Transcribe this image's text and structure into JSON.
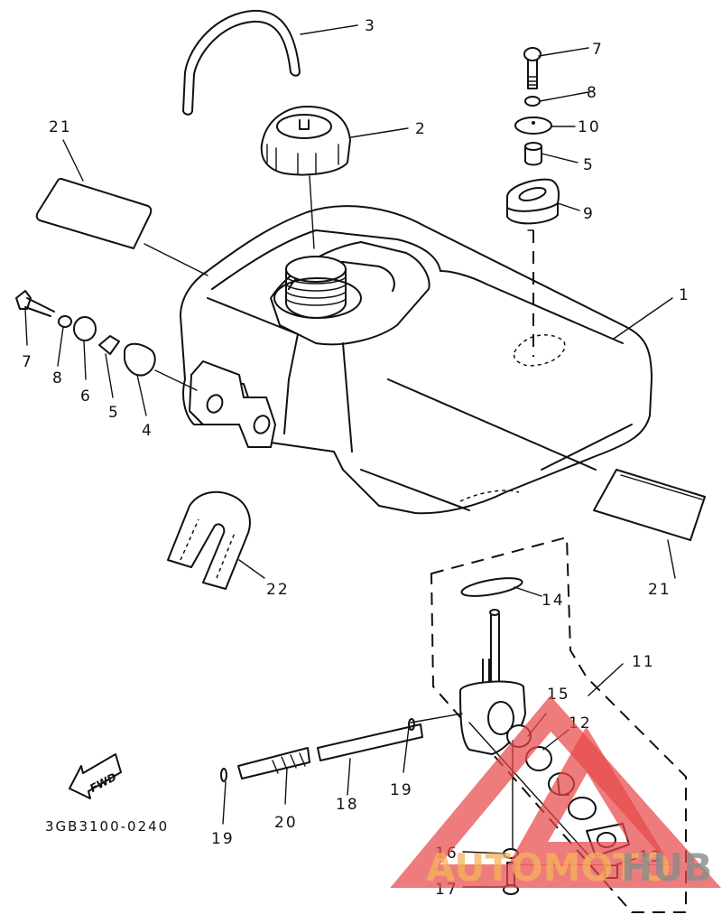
{
  "diagram": {
    "title": "Fuel Tank Exploded View",
    "reference_code": "3GB3100-0240",
    "direction_indicator": "FWD",
    "callouts": [
      {
        "id": "1",
        "part": "fuel-tank"
      },
      {
        "id": "2",
        "part": "fuel-cap"
      },
      {
        "id": "3",
        "part": "breather-hose"
      },
      {
        "id": "4",
        "part": "damper"
      },
      {
        "id": "5",
        "part": "collar"
      },
      {
        "id": "6",
        "part": "washer"
      },
      {
        "id": "7",
        "part": "bolt"
      },
      {
        "id": "8",
        "part": "lock-washer"
      },
      {
        "id": "9",
        "part": "damper"
      },
      {
        "id": "10",
        "part": "washer"
      },
      {
        "id": "11",
        "part": "fuel-cock-assembly"
      },
      {
        "id": "12",
        "part": "gasket"
      },
      {
        "id": "13",
        "part": "screw"
      },
      {
        "id": "14",
        "part": "o-ring"
      },
      {
        "id": "15",
        "part": "filter"
      },
      {
        "id": "16",
        "part": "gasket"
      },
      {
        "id": "17",
        "part": "drain-screw"
      },
      {
        "id": "18",
        "part": "fuel-hose"
      },
      {
        "id": "19",
        "part": "clip"
      },
      {
        "id": "20",
        "part": "fuel-hose"
      },
      {
        "id": "21",
        "part": "label"
      },
      {
        "id": "22",
        "part": "hose-guide"
      }
    ],
    "labels": {
      "l1": "1",
      "l2": "2",
      "l3": "3",
      "l4": "4",
      "l5a": "5",
      "l5b": "5",
      "l6": "6",
      "l7a": "7",
      "l7b": "7",
      "l8a": "8",
      "l8b": "8",
      "l9": "9",
      "l10": "10",
      "l11": "11",
      "l12": "12",
      "l13": "13",
      "l14": "14",
      "l15": "15",
      "l16": "16",
      "l17": "17",
      "l18": "18",
      "l19a": "19",
      "l19b": "19",
      "l20": "20",
      "l21a": "21",
      "l21b": "21",
      "l22": "22"
    }
  },
  "watermark": {
    "part1": "AUTOMOTO",
    "part2": "HUB",
    "colors": {
      "triangle": "#e84a4a",
      "auto": "#f5b35a",
      "moto": "#e84a4a",
      "hub": "#8a8a8a"
    }
  }
}
